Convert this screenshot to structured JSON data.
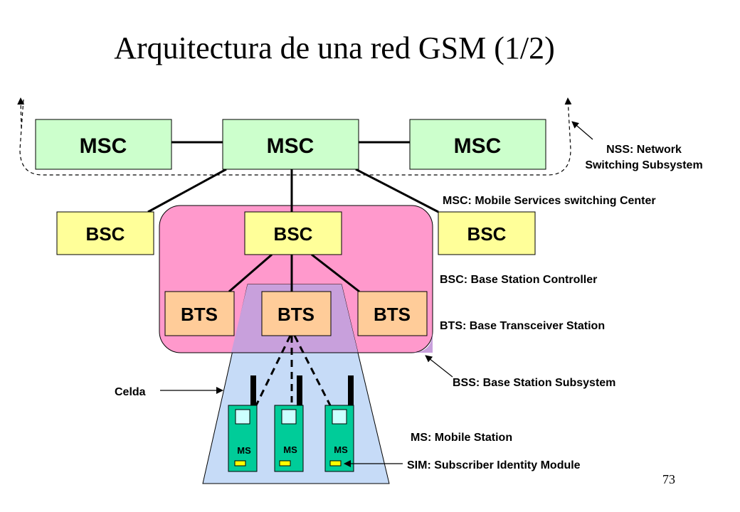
{
  "title": "Arquitectura de una red GSM (1/2)",
  "page_number": "73",
  "colors": {
    "msc_fill": "#ccffcc",
    "bsc_fill": "#ffff99",
    "bts_fill": "#ffcc99",
    "bss_region": "#ff99cc",
    "cell_region": "#c6dbf7",
    "overlap_region": "#c8a0dc",
    "ms_fill": "#00cc99",
    "sim_fill": "#ffff00"
  },
  "nodes": {
    "msc": [
      "MSC",
      "MSC",
      "MSC"
    ],
    "bsc": [
      "BSC",
      "BSC",
      "BSC"
    ],
    "bts": [
      "BTS",
      "BTS",
      "BTS"
    ],
    "ms": [
      "MS",
      "MS",
      "MS"
    ]
  },
  "legend": {
    "nss_line1": "NSS: Network",
    "nss_line2": "Switching Subsystem",
    "msc": "MSC: Mobile Services switching Center",
    "bsc": "BSC: Base Station Controller",
    "bts": "BTS: Base Transceiver Station",
    "bss": "BSS: Base Station Subsystem",
    "ms": "MS: Mobile Station",
    "sim": "SIM: Subscriber Identity Module",
    "cell": "Celda"
  }
}
